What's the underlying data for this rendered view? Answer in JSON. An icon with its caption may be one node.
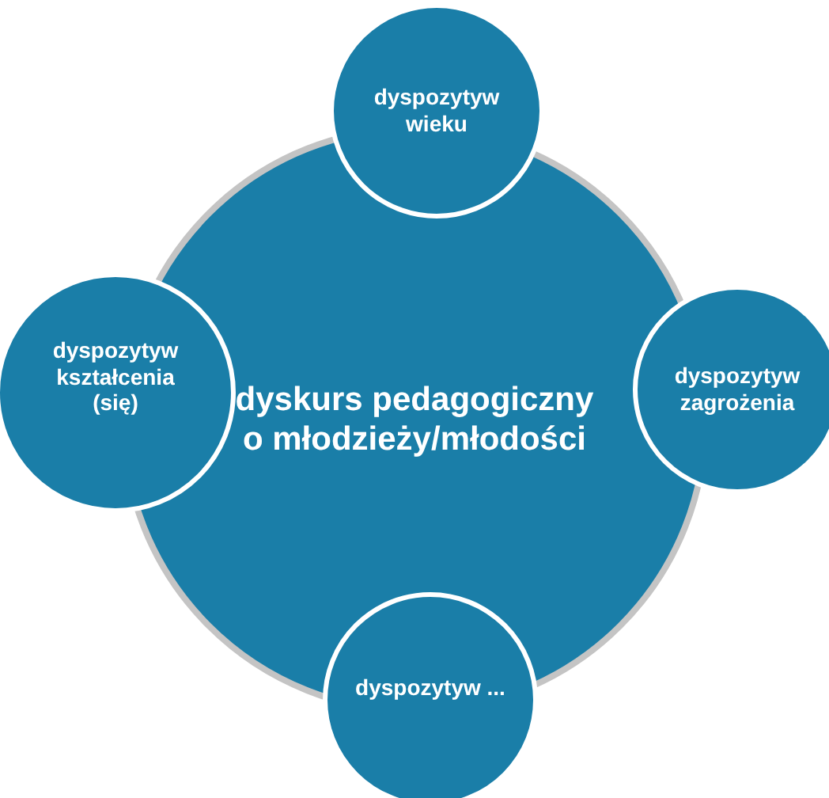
{
  "diagram": {
    "nodes": [
      {
        "text": [
          "dyspozytyw wieku"
        ]
      },
      {
        "text": [
          "dyspozytyw kształcenia (się)"
        ]
      },
      {
        "text": [
          "dyskurs pedagogiczny o młodzieży/młodości"
        ]
      },
      {
        "text": [
          "dyspozytyw zagrożenia"
        ]
      },
      {
        "text": [
          "dyspozytyw ..."
        ]
      }
    ],
    "edges": []
  }
}
